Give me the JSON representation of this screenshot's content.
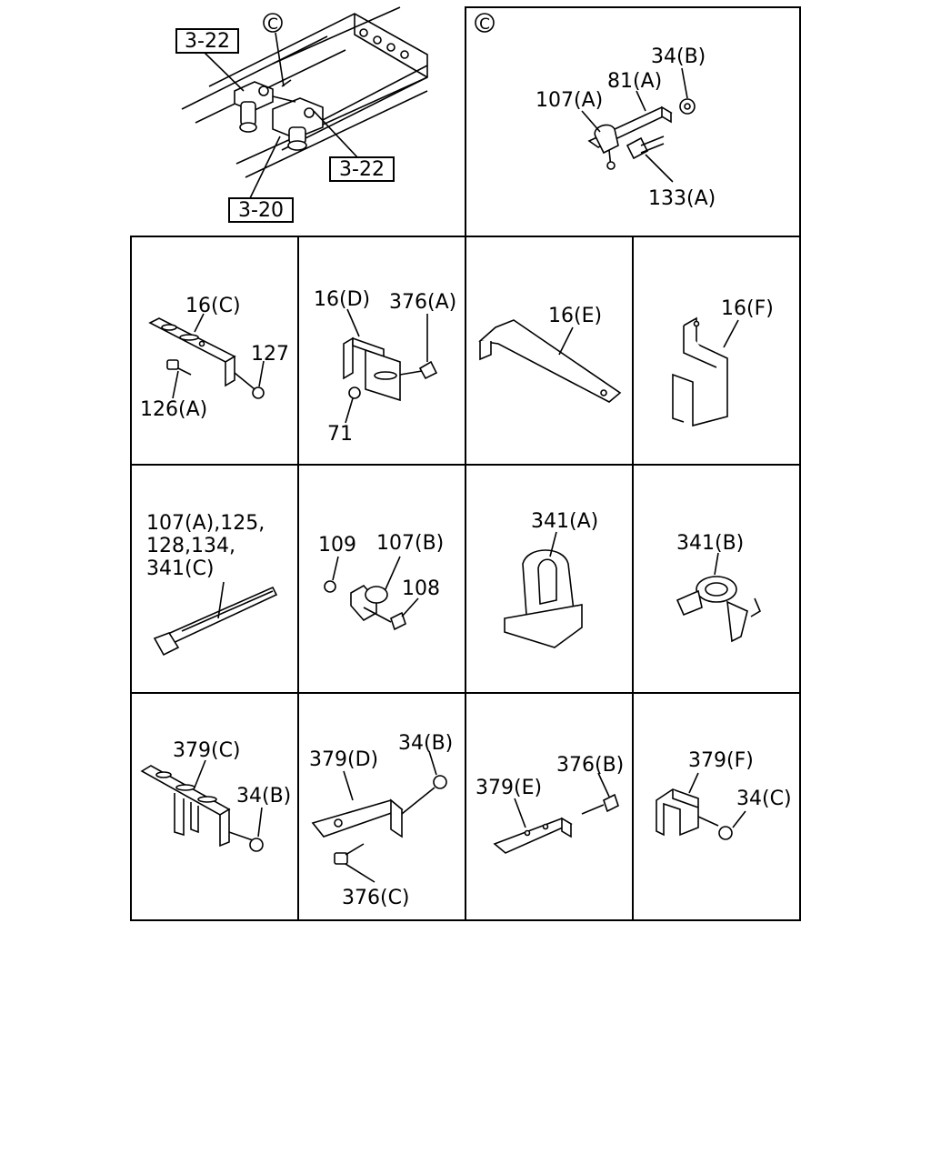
{
  "overview": {
    "refs": [
      "3-22",
      "3-22",
      "3-20"
    ],
    "detail_marker": "C"
  },
  "detail_c": {
    "marker": "C",
    "labels": [
      "34(B)",
      "81(A)",
      "107(A)",
      "133(A)"
    ]
  },
  "cells": {
    "r1c1": [
      "16(C)",
      "127",
      "126(A)"
    ],
    "r1c2": [
      "16(D)",
      "376(A)",
      "71"
    ],
    "r1c3": [
      "16(E)"
    ],
    "r1c4": [
      "16(F)"
    ],
    "r2c1": [
      "107(A),125,",
      "128,134,",
      "341(C)"
    ],
    "r2c2": [
      "109",
      "107(B)",
      "108"
    ],
    "r2c3": [
      "341(A)"
    ],
    "r2c4": [
      "341(B)"
    ],
    "r3c1": [
      "379(C)",
      "34(B)"
    ],
    "r3c2": [
      "379(D)",
      "34(B)",
      "376(C)"
    ],
    "r3c3": [
      "376(B)",
      "379(E)"
    ],
    "r3c4": [
      "379(F)",
      "34(C)"
    ]
  }
}
